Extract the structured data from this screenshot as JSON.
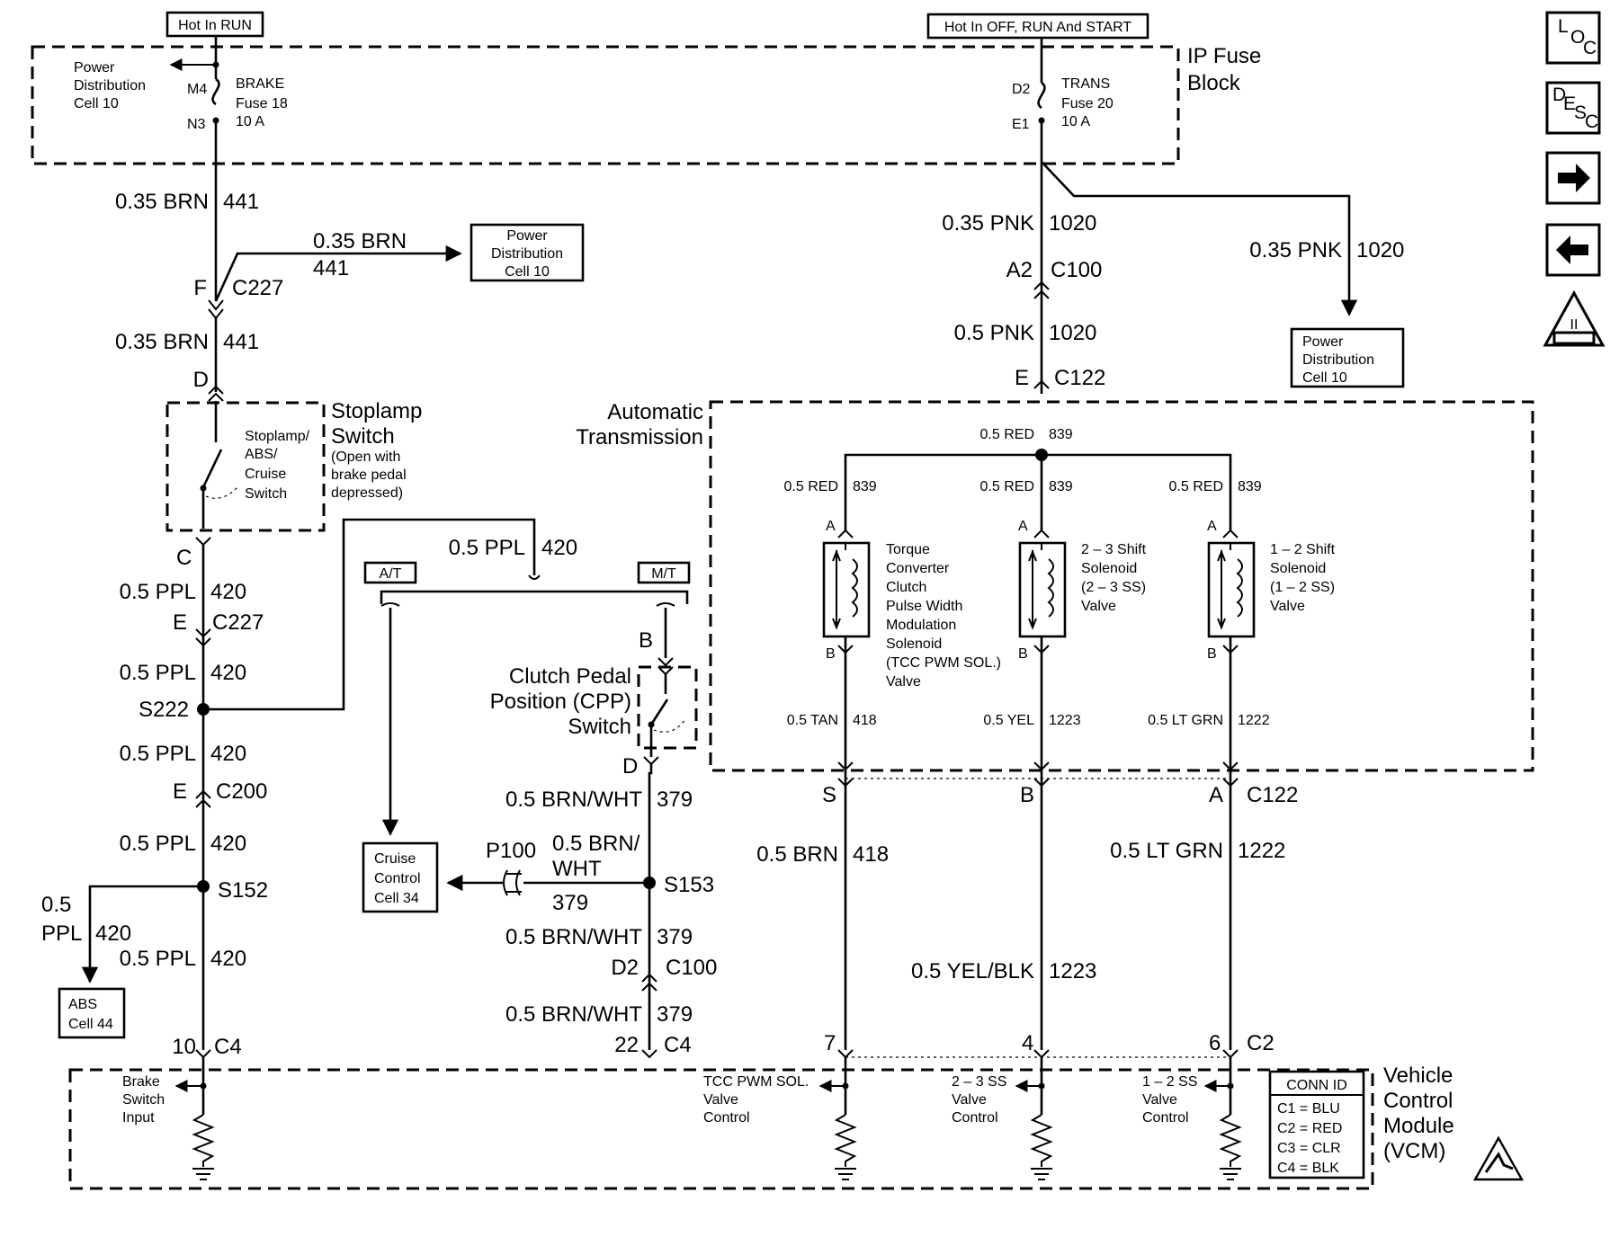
{
  "power": {
    "hot_run": "Hot In RUN",
    "hot_all": "Hot In OFF, RUN And START",
    "ip_fuse_block": [
      "IP Fuse",
      "Block"
    ],
    "pd_top_left": [
      "Power",
      "Distribution",
      "Cell 10"
    ],
    "brake_fuse": {
      "top_pin": "M4",
      "bottom_pin": "N3",
      "lines": [
        "BRAKE",
        "Fuse 18",
        "10 A"
      ]
    },
    "trans_fuse": {
      "top_pin": "D2",
      "bottom_pin": "E1",
      "lines": [
        "TRANS",
        "Fuse 20",
        "10 A"
      ]
    }
  },
  "left_circuit": {
    "w1": "0.35 BRN",
    "w1_num": "441",
    "branch_wire": "0.35 BRN",
    "branch_num": "441",
    "pd_box": [
      "Power",
      "Distribution",
      "Cell 10"
    ],
    "c227_pin": "F",
    "c227": "C227",
    "w2": "0.35 BRN",
    "w2_num": "441",
    "sw_pin_d": "D",
    "stoplamp_title": [
      "Stoplamp",
      "Switch"
    ],
    "stoplamp_note": [
      "(Open with",
      "brake pedal",
      "depressed)"
    ],
    "stoplamp_inner": [
      "Stoplamp/",
      "ABS/",
      "Cruise",
      "Switch"
    ],
    "sw_pin_c": "C",
    "w3": "0.5 PPL",
    "w3_num": "420",
    "c227b_pin": "E",
    "c227b": "C227",
    "w4": "0.5 PPL",
    "w4_num": "420",
    "s222": "S222",
    "w5": "0.5 PPL",
    "w5_num": "420",
    "c200_pin": "E",
    "c200": "C200",
    "w6": "0.5 PPL",
    "w6_num": "420",
    "s152": "S152",
    "abs_wire": [
      "0.5",
      "PPL"
    ],
    "abs_num": "420",
    "abs_box": [
      "ABS",
      "Cell 44"
    ],
    "w7": "0.5 PPL",
    "w7_num": "420",
    "c4_pin": "10",
    "c4": "C4"
  },
  "mid_circuit": {
    "ppl_wire": "0.5 PPL",
    "ppl_num": "420",
    "at": "A/T",
    "mt": "M/T",
    "cpp_pin_b": "B",
    "cpp_title": [
      "Clutch Pedal",
      "Position (CPP)",
      "Switch"
    ],
    "cpp_pin_d": "D",
    "w1": "0.5 BRN/WHT",
    "w1_num": "379",
    "cruise_box": [
      "Cruise",
      "Control",
      "Cell 34"
    ],
    "p100": "P100",
    "branch_wire": [
      "0.5 BRN/",
      "WHT"
    ],
    "branch_num": "379",
    "s153": "S153",
    "w2": "0.5 BRN/WHT",
    "w2_num": "379",
    "c100_pin": "D2",
    "c100": "C100",
    "w3": "0.5 BRN/WHT",
    "w3_num": "379",
    "c4_pin": "22",
    "c4": "C4"
  },
  "right_circuit": {
    "w1": "0.35 PNK",
    "w1_num": "1020",
    "c100_pin": "A2",
    "c100": "C100",
    "w2": "0.5 PNK",
    "w2_num": "1020",
    "c122_pin": "E",
    "c122": "C122",
    "w3": "0.35 PNK",
    "w3_num": "1020",
    "pd_box": [
      "Power",
      "Distribution",
      "Cell 10"
    ],
    "auto_trans": [
      "Automatic",
      "Transmission"
    ],
    "red_main": "0.5 RED",
    "red_main_num": "839",
    "sol_red": "0.5 RED",
    "sol_red_num": "839",
    "pin_a": "A",
    "pin_b": "B",
    "solenoids": [
      {
        "lines": [
          "Torque",
          "Converter",
          "Clutch",
          "Pulse Width",
          "Modulation",
          "Solenoid",
          "(TCC PWM SOL.)",
          "Valve"
        ],
        "out_wire": "0.5 TAN",
        "out_num": "418",
        "c122_pin": "S",
        "long_wire": "0.5 BRN",
        "long_num": "418",
        "c2_pin": "7",
        "vcm_label": [
          "TCC PWM SOL.",
          "Valve",
          "Control"
        ]
      },
      {
        "lines": [
          "2 – 3 Shift",
          "Solenoid",
          "(2 – 3 SS)",
          "Valve"
        ],
        "out_wire": "0.5 YEL",
        "out_num": "1223",
        "c122_pin": "B",
        "long_wire": "0.5 YEL/BLK",
        "long_num": "1223",
        "c2_pin": "4",
        "vcm_label": [
          "2 – 3 SS",
          "Valve",
          "Control"
        ]
      },
      {
        "lines": [
          "1 – 2 Shift",
          "Solenoid",
          "(1 – 2 SS)",
          "Valve"
        ],
        "out_wire": "0.5 LT GRN",
        "out_num": "1222",
        "c122_pin": "A",
        "long_wire": "0.5 LT GRN",
        "long_num": "1222",
        "c2_pin": "6",
        "vcm_label": [
          "1 – 2 SS",
          "Valve",
          "Control"
        ]
      }
    ],
    "c2": "C2"
  },
  "vcm": {
    "title": [
      "Vehicle",
      "Control",
      "Module",
      "(VCM)"
    ],
    "brake_input": [
      "Brake",
      "Switch",
      "Input"
    ],
    "conn_id": {
      "title": "CONN ID",
      "rows": [
        "C1 = BLU",
        "C2 = RED",
        "C3 = CLR",
        "C4 = BLK"
      ]
    }
  },
  "nav": {
    "loc": [
      "L",
      "O",
      "C"
    ],
    "desc": [
      "D",
      "E",
      "S",
      "C"
    ],
    "next_icon": "right-arrow-icon",
    "prev_icon": "left-arrow-icon",
    "obd": "OBD II",
    "obd_mark": "II"
  }
}
